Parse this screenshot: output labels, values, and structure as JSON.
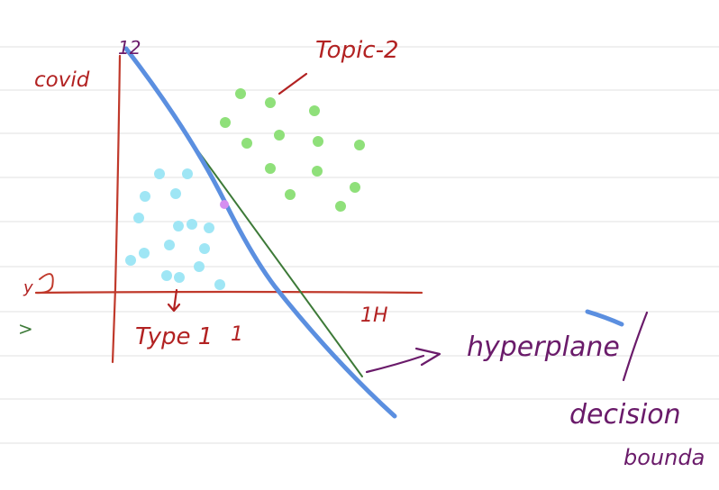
{
  "labels": {
    "y_axis": "covid",
    "upper_cluster": "Topic-2",
    "lower_cluster": "Type 1",
    "origin_tick": "1",
    "x_axis": "1H",
    "top_tick": "12",
    "left_tick": "y",
    "left_mark": ">",
    "hyperplane": "hyperplane",
    "decision": "decision",
    "boundary": "bounda"
  },
  "colors": {
    "axis": "#c0392b",
    "line_blue": "#5b8fe0",
    "line_green": "#3d7a38",
    "cluster_green": "#8fe07a",
    "cluster_cyan": "#9fe6f5",
    "highlight": "#d58ff0",
    "text_red": "#b22222",
    "text_purple": "#6a1b6a",
    "ruled": "#e8e8e8"
  }
}
